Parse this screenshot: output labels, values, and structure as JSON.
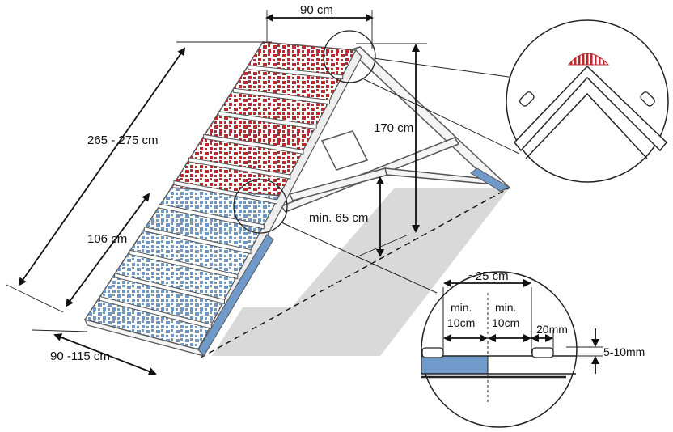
{
  "diagram": {
    "labels": {
      "top_width": "90 cm",
      "total_length": "265 - 275 cm",
      "height": "170 cm",
      "lower_section": "106 cm",
      "min_height": "min. 65 cm",
      "bottom_width": "90 -115 cm",
      "detail_total": "~25 cm",
      "detail_min_left": "min.",
      "detail_min_left_value": "10cm",
      "detail_min_right": "min.",
      "detail_min_right_value": "10cm",
      "slat_width": "20mm",
      "slat_height": "5-10mm"
    },
    "colors": {
      "upper_zone": "#c0262e",
      "lower_zone": "#6d97c4",
      "frame": "#555555",
      "shadow": "#d9d9d9",
      "side_blue": "#6f9ac9"
    }
  }
}
